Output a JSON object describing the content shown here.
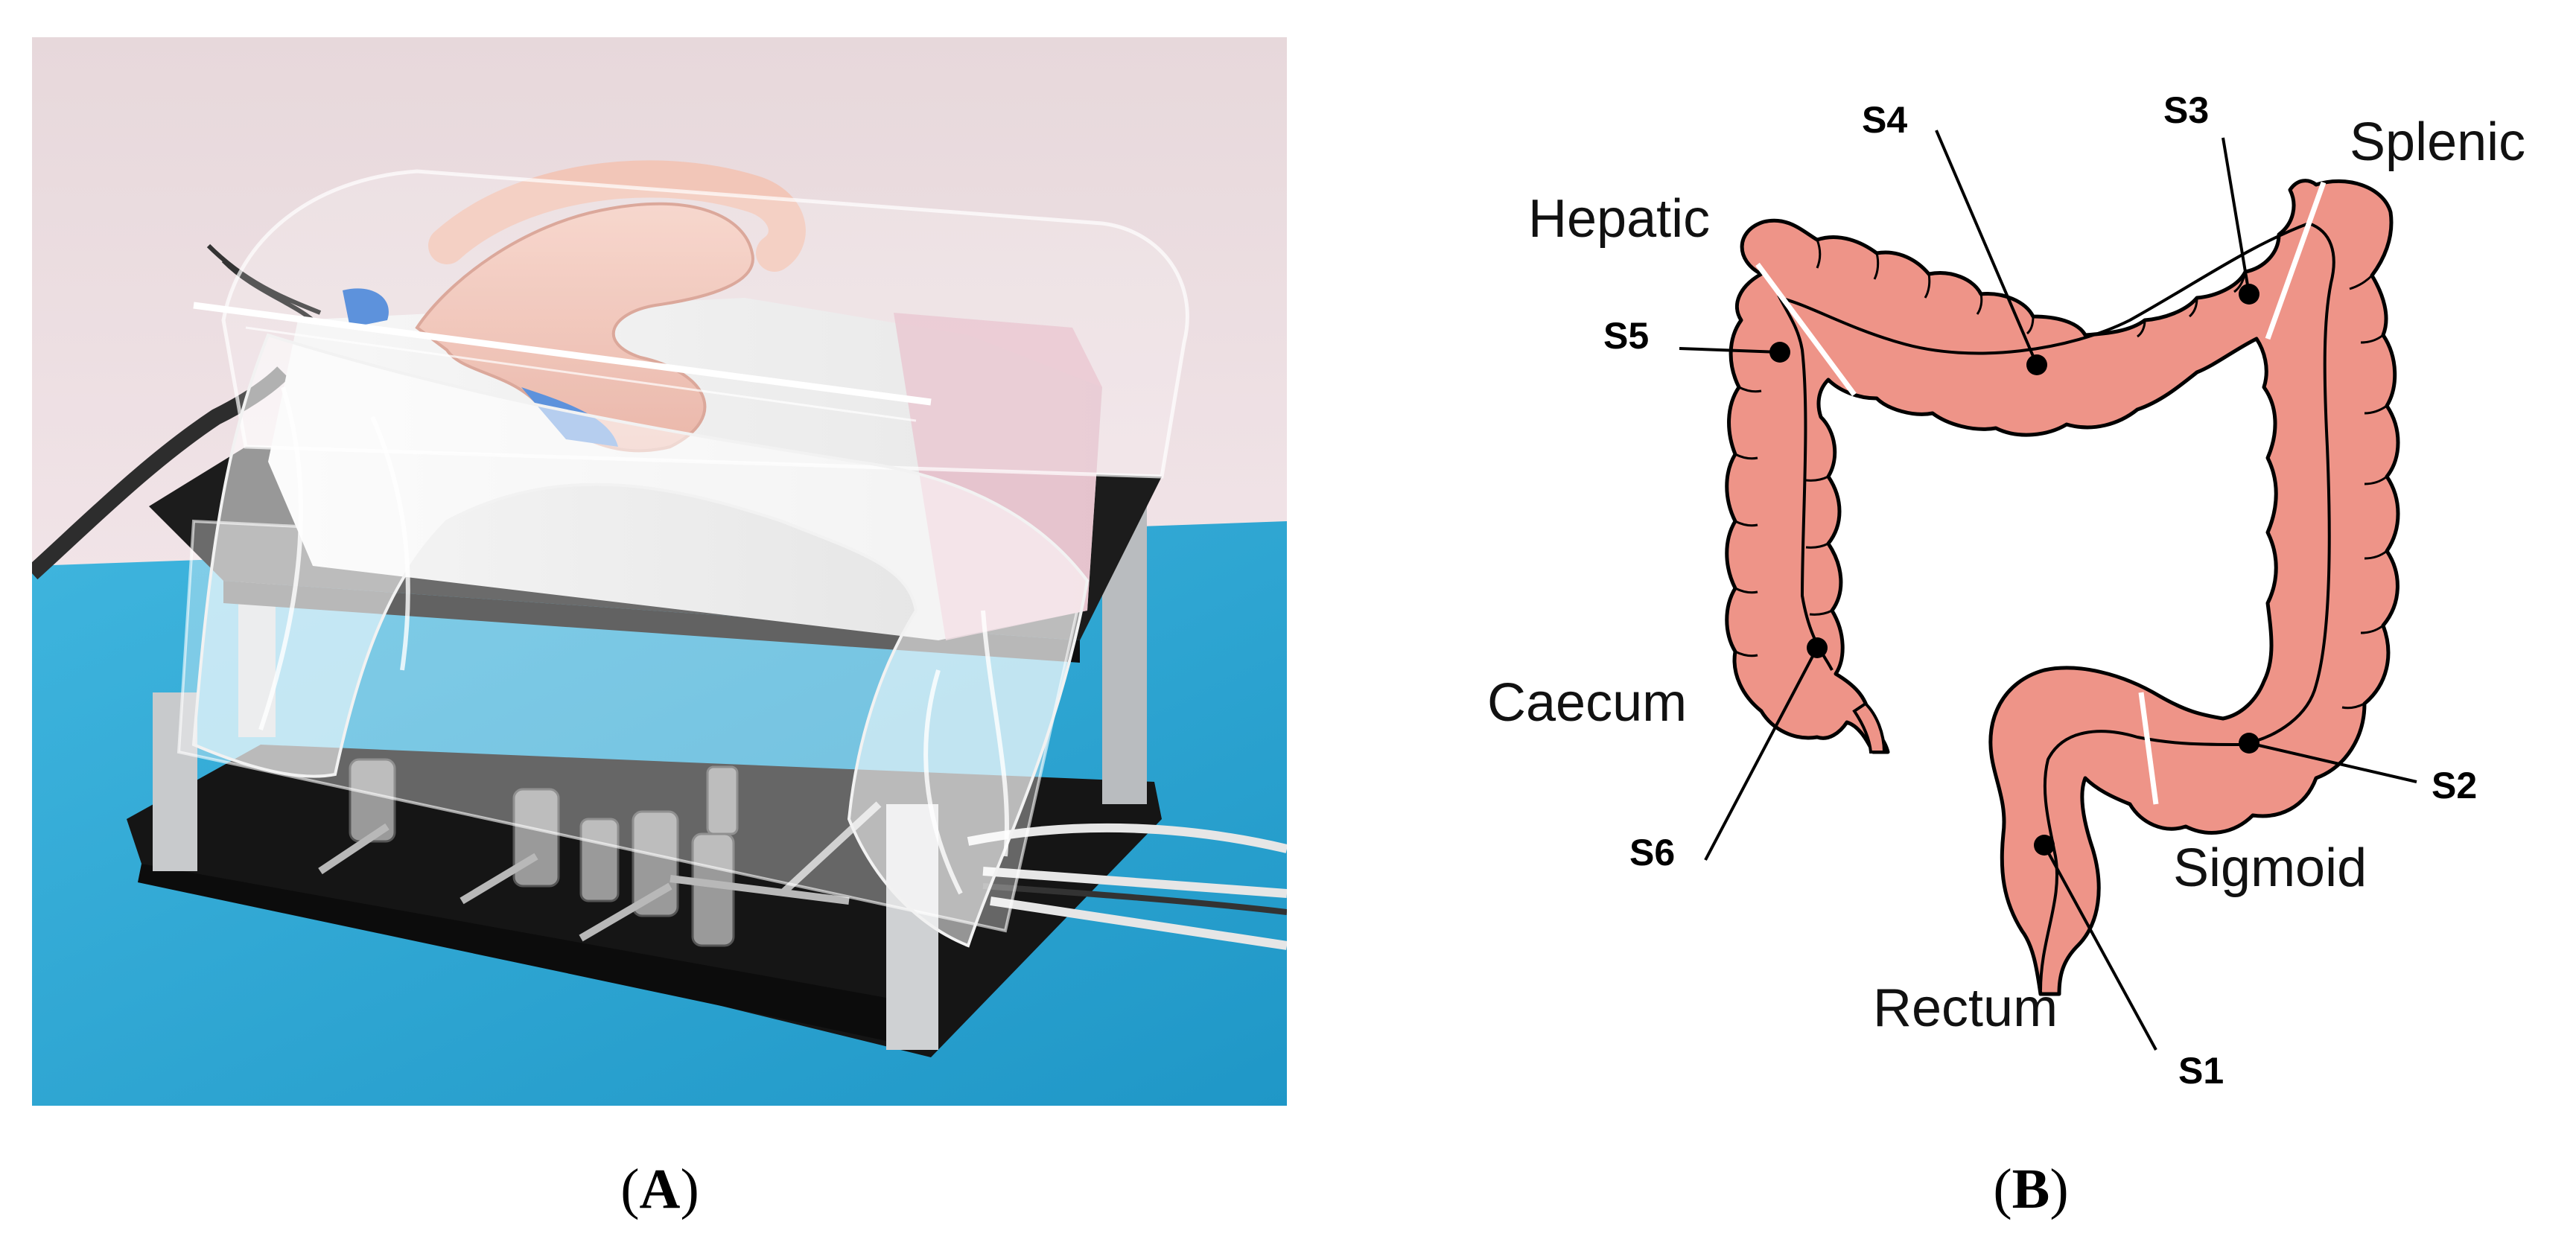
{
  "panel_a": {
    "caption_open": "(",
    "caption_letter": "A",
    "caption_close": ")"
  },
  "panel_b": {
    "caption_open": "(",
    "caption_letter": "B",
    "caption_close": ")",
    "regions": {
      "hepatic": "Hepatic",
      "splenic": "Splenic",
      "caecum": "Caecum",
      "sigmoid": "Sigmoid",
      "rectum": "Rectum"
    },
    "sites": {
      "s1": "S1",
      "s2": "S2",
      "s3": "S3",
      "s4": "S4",
      "s5": "S5",
      "s6": "S6"
    }
  },
  "colors": {
    "colon_fill": "#ee9488",
    "outline": "#000000",
    "wall": "#f1dde3",
    "table": "#2aa9d6",
    "acrylic_black": "#1a1a1a"
  }
}
